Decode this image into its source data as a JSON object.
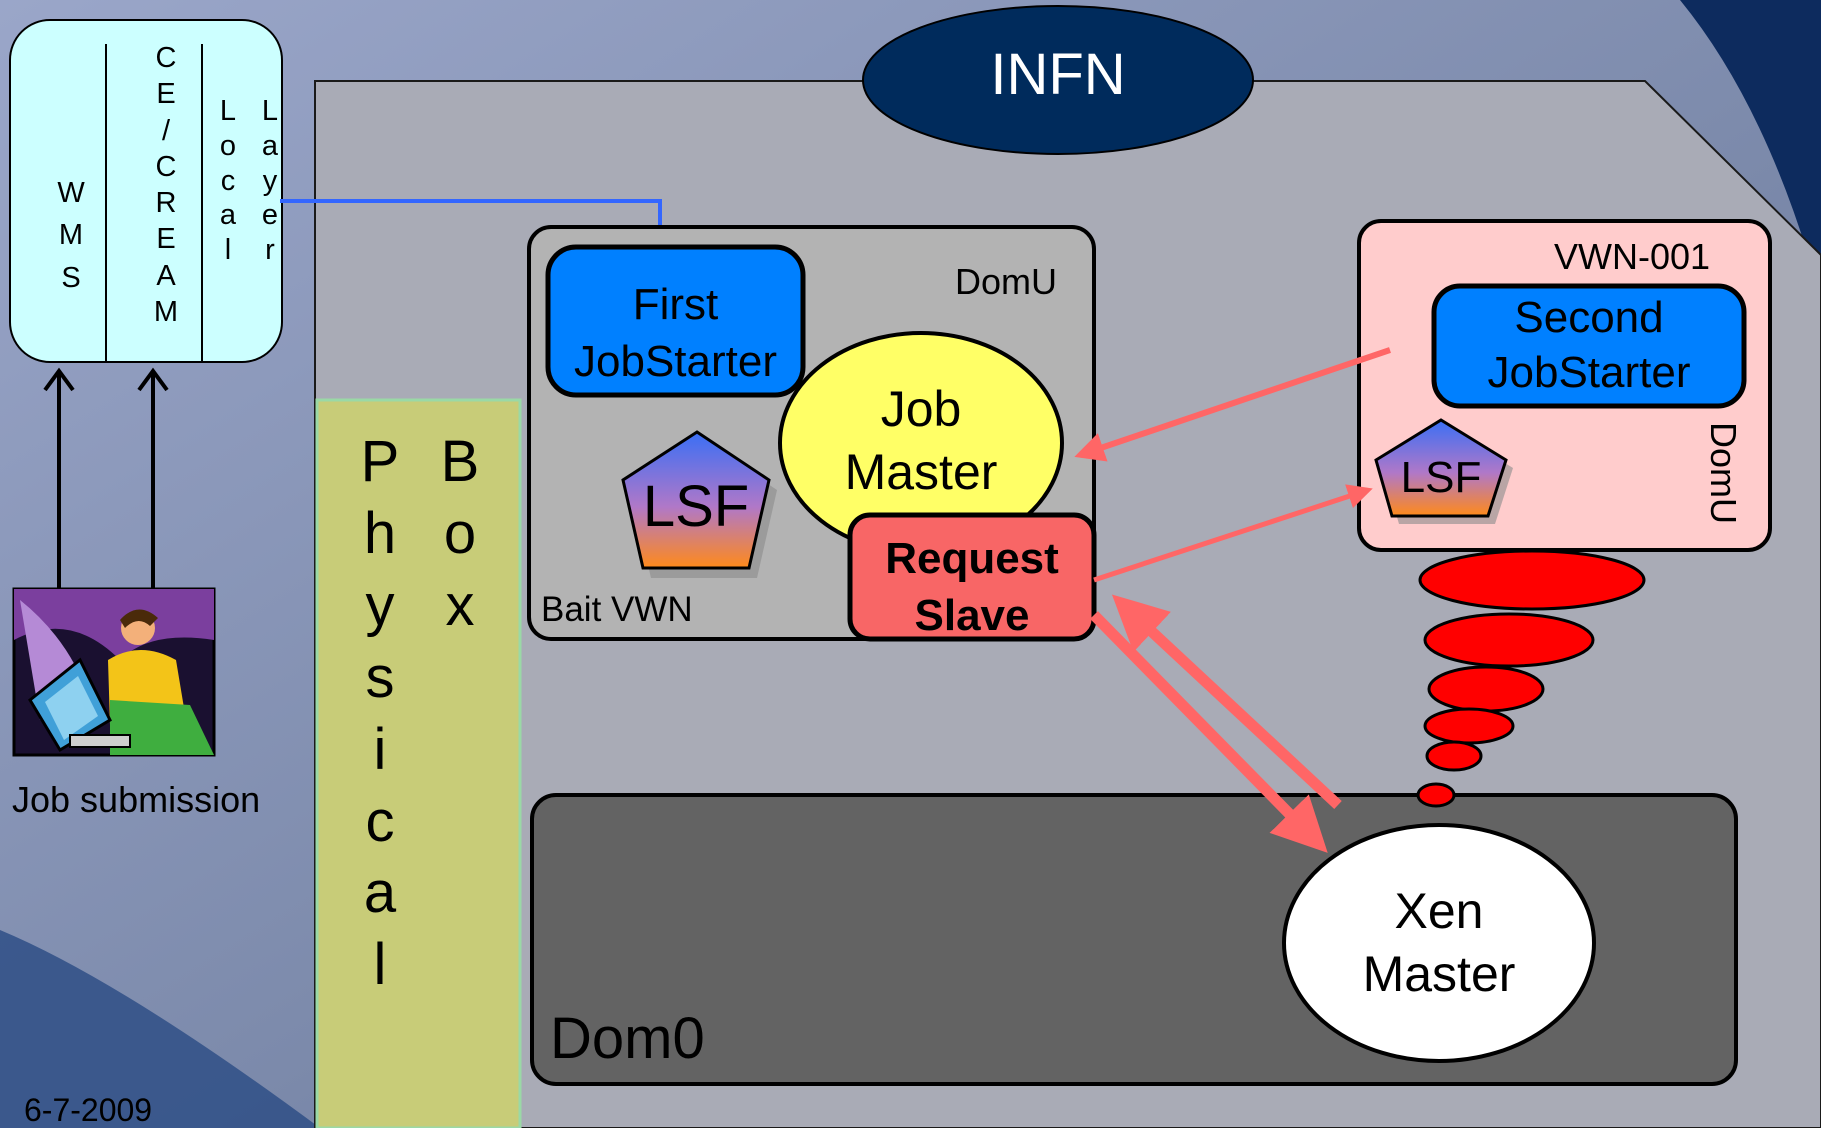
{
  "banner": {
    "label": "INFN"
  },
  "stack": {
    "wms": [
      "W",
      "M",
      "S"
    ],
    "ce_cream": [
      "C",
      "E",
      "/",
      "C",
      "R",
      "E",
      "A",
      "M"
    ],
    "local": [
      "L",
      "o",
      "c",
      "a",
      "l"
    ],
    "layer": [
      "L",
      "a",
      "y",
      "e",
      "r"
    ]
  },
  "physical_box": {
    "col1": [
      "P",
      "h",
      "y",
      "s",
      "i",
      "c",
      "a",
      "l"
    ],
    "col2": [
      "B",
      "o",
      "x"
    ]
  },
  "bait": {
    "domu_label": "DomU",
    "bait_label": "Bait VWN",
    "first_jobstarter": [
      "First",
      "JobStarter"
    ],
    "job_master": [
      "Job",
      "Master"
    ],
    "lsf": "LSF",
    "request_slave": [
      "Request",
      "Slave"
    ]
  },
  "vwn": {
    "name": "VWN-001",
    "domu_label": "DomU",
    "second_jobstarter": [
      "Second",
      "JobStarter"
    ],
    "lsf": "LSF"
  },
  "dom0": {
    "label": "Dom0",
    "xen_master": [
      "Xen",
      "Master"
    ]
  },
  "job_submission": "Job submission",
  "date": "6-7-2009",
  "colors": {
    "navy": "#002b5c",
    "panel": "#a9abb6",
    "light_cyan": "#ccffff",
    "physical_box": "#c8cc78",
    "bait_box": "#b3b3b3",
    "vwn_box": "#ffcccc",
    "jobstarter": "#0080ff",
    "job_master": "#ffff66",
    "request_slave": "#f86666",
    "dom0": "#636363",
    "arrow": "#ff6666",
    "tornado": "#ff0000",
    "line_blue": "#3366ff"
  }
}
